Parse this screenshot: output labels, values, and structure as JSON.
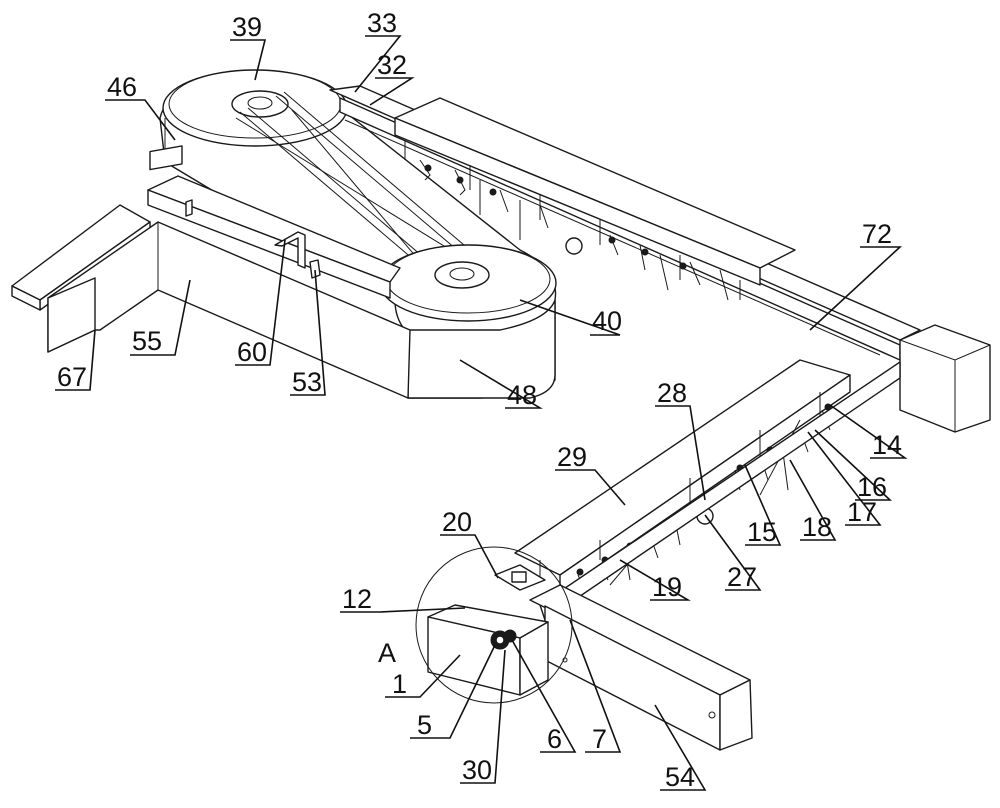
{
  "labels": {
    "l39": "39",
    "l33": "33",
    "l32": "32",
    "l46": "46",
    "l72": "72",
    "l40": "40",
    "l55": "55",
    "l60": "60",
    "l53": "53",
    "l67": "67",
    "l48": "48",
    "l28": "28",
    "l29": "29",
    "l14": "14",
    "l16": "16",
    "l15": "15",
    "l18": "18",
    "l17": "17",
    "l27": "27",
    "l20": "20",
    "l19": "19",
    "l12": "12",
    "lA": "A",
    "l1": "1",
    "l5": "5",
    "l30": "30",
    "l6": "6",
    "l7": "7",
    "l54": "54"
  }
}
